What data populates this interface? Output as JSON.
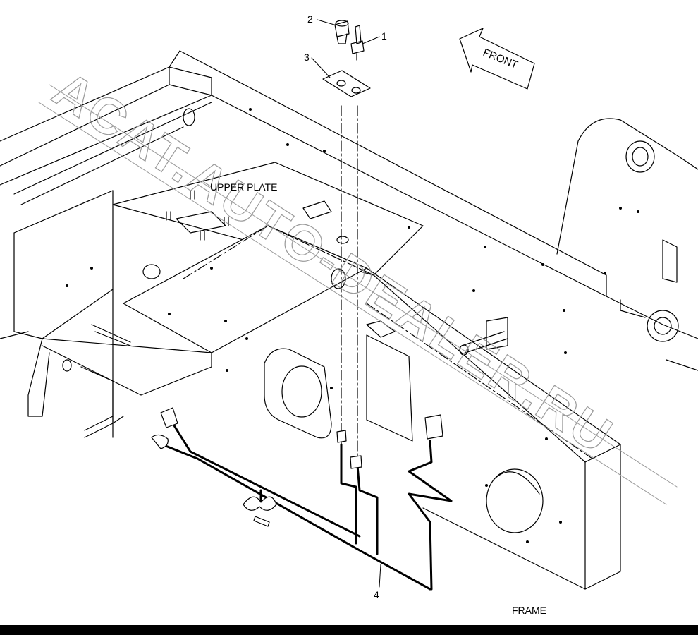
{
  "callouts": {
    "item_1": "1",
    "item_2": "2",
    "item_3": "3",
    "item_4": "4"
  },
  "labels": {
    "upper_plate": "UPPER PLATE",
    "frame": "FRAME",
    "front": "FRONT"
  },
  "watermark": "ACAT.AUTO-DEALER.RU",
  "colors": {
    "line": "#000000",
    "background": "#ffffff",
    "watermark": "#9a9a9a"
  }
}
